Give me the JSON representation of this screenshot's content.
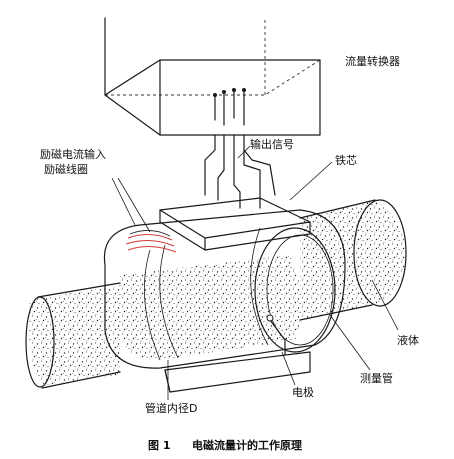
{
  "labels": {
    "converter": "流量转换器",
    "excitation_line1": "励磁电流输入",
    "excitation_line2": "励磁线圈",
    "output_signal": "输出信号",
    "iron_core": "铁芯",
    "liquid": "液体",
    "measuring_tube": "测量管",
    "electrode": "电极",
    "pipe_diameter": "管道内径D"
  },
  "caption": {
    "figure_no": "图 1",
    "title": "电磁流量计的工作原理"
  },
  "colors": {
    "ink": "#1a1a1a",
    "coil_accent": "#d23b3b",
    "background": "#ffffff"
  }
}
